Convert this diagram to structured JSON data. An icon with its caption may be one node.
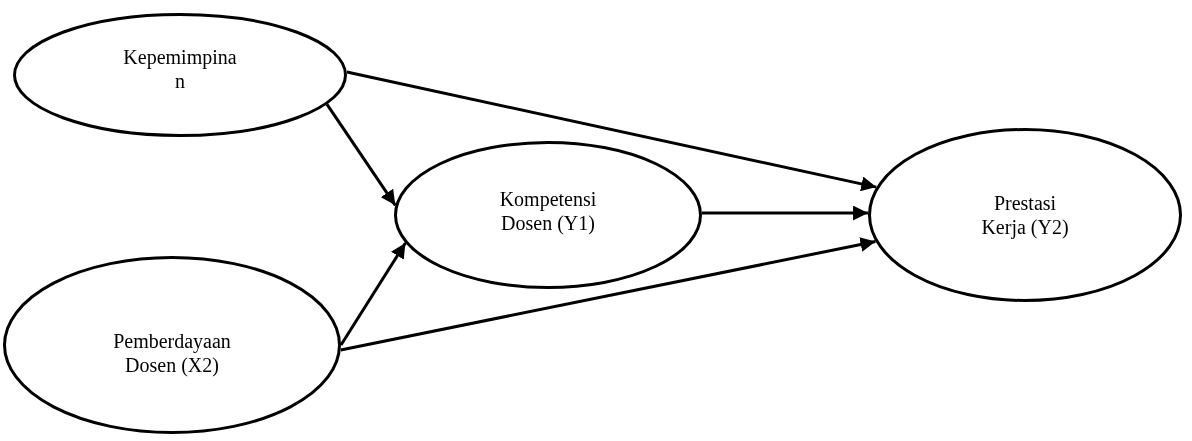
{
  "diagram": {
    "nodes": [
      {
        "text": [
          "Kepemimpina n"
        ]
      },
      {
        "text": [
          "Pemberdayaan Dosen (X2)"
        ]
      },
      {
        "text": [
          "Kompetensi Dosen (Y1)"
        ]
      },
      {
        "text": [
          "Prestasi Kerja (Y2)"
        ]
      }
    ],
    "edges": [
      {
        "from": 0,
        "to": 2,
        "arrow": "to"
      },
      {
        "from": 0,
        "to": 3,
        "arrow": "to"
      },
      {
        "from": 2,
        "to": 3,
        "arrow": "to"
      },
      {
        "from": 1,
        "to": 2,
        "arrow": "to"
      },
      {
        "from": 1,
        "to": 3,
        "arrow": "to"
      }
    ]
  }
}
